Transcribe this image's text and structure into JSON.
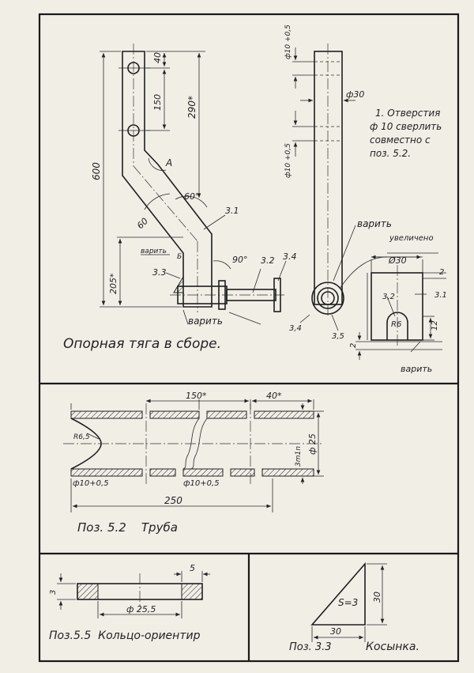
{
  "top": {
    "assembly_caption": "Опорная тяга в сборе.",
    "dims": {
      "d40": "40",
      "d150": "150",
      "d290": "290*",
      "d600": "600",
      "d205": "205*",
      "angle60a": "60°",
      "angle60b": "60",
      "angle90": "90°",
      "d10_top": "ф10 +0,5",
      "d10_side": "ф10 +0,5",
      "d30": "ф30",
      "d30b": "Ø30",
      "d2a": "2",
      "d12": "12",
      "d2b": "2",
      "r6": "R6"
    },
    "labels": {
      "A": "А",
      "B": "Б",
      "p31": "3.1",
      "p32": "3.2",
      "p33": "3.3",
      "p34": "3.4",
      "p34b": "3,4",
      "p35": "3,5",
      "p32b": "3,2",
      "p31b": "3.1",
      "weld1": "варить",
      "weld2": "варить",
      "weld3": "варить",
      "weld4": "варить",
      "magnified": "увеличено"
    },
    "note": [
      "1. Отверстия",
      "ф 10 сверлить",
      "совместно с",
      "поз. 5.2."
    ]
  },
  "middle": {
    "caption": "Поз. 5.2    Труба",
    "dims": {
      "d150": "150*",
      "d40": "40*",
      "r65": "R6,5",
      "wall": "3m1n",
      "d25": "ф 25",
      "d10a": "ф10+0,5",
      "d10b": "ф10+0,5",
      "d250": "250"
    }
  },
  "bottom_left": {
    "caption": "Поз.5.5  Кольцо-ориентир",
    "dims": {
      "d5": "5",
      "d3": "3",
      "d255": "ф 25,5"
    }
  },
  "bottom_right": {
    "caption_pos": "Поз. 3.3",
    "caption_name": "Косынка.",
    "dims": {
      "s": "S=3",
      "d30v": "30",
      "d30h": "30"
    }
  }
}
